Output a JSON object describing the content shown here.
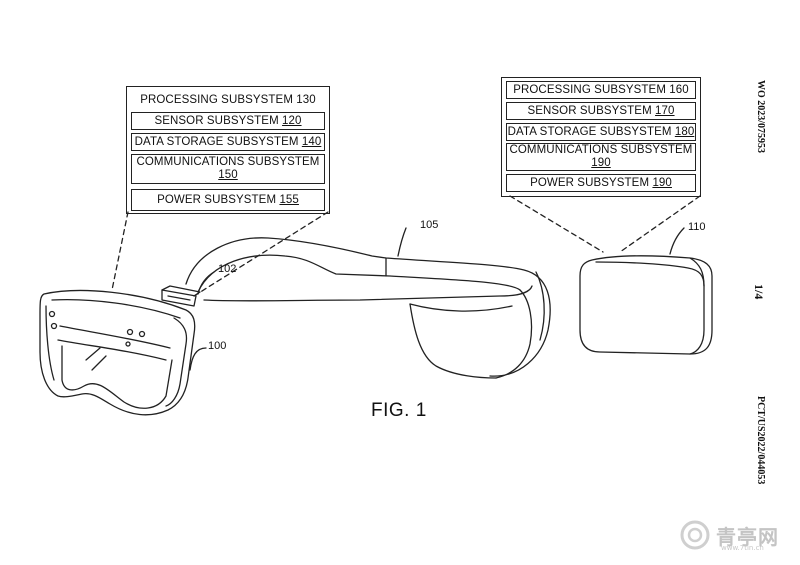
{
  "left_box": {
    "ref": "",
    "cells": [
      {
        "text": "PROCESSING SUBSYSTEM 130",
        "num": ""
      },
      {
        "text": "SENSOR SUBSYSTEM ",
        "num": "120"
      },
      {
        "text": "DATA STORAGE SUBSYSTEM ",
        "num": "140"
      },
      {
        "text": "COMMUNICATIONS SUBSYSTEM",
        "line2": "150"
      },
      {
        "text": "POWER SUBSYSTEM ",
        "num": "155"
      }
    ]
  },
  "right_box": {
    "cells": [
      {
        "text": "PROCESSING SUBSYSTEM 160",
        "num": ""
      },
      {
        "text": "SENSOR SUBSYSTEM ",
        "num": "170"
      },
      {
        "text": "DATA STORAGE SUBSYSTEM ",
        "num": "180"
      },
      {
        "text": "COMMUNICATIONS SUBSYSTEM",
        "line2": "190"
      },
      {
        "text": "POWER SUBSYSTEM ",
        "num": "190"
      }
    ]
  },
  "refs": {
    "r100": "100",
    "r102": "102",
    "r105": "105",
    "r110": "110"
  },
  "figure_label": "FIG. 1",
  "side_text": {
    "pub_number": "WO 2023/075953",
    "page": "1/4",
    "pct_number": "PCT/US2022/044053"
  },
  "watermark": {
    "name": "青亭网",
    "url": "www.7tin.cn",
    "color": "#c4c4c4"
  }
}
